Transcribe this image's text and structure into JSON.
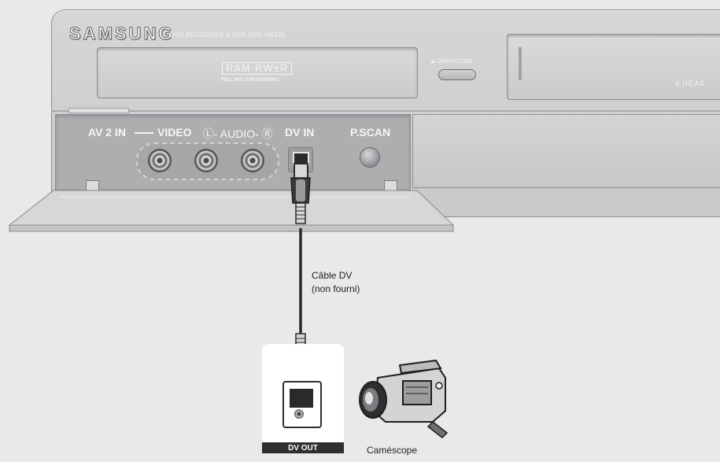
{
  "device": {
    "brand": "SAMSUNG",
    "model": "DVD RECORDER & VCR  DVD-VR335",
    "disc_logo": "RAM·RW±R",
    "disc_logo_sub": "FULL MULTI RECORDING",
    "open_close": "⏏ OPEN/CLOSE",
    "head_label": "4 HEAD"
  },
  "front_panel": {
    "av2_in": "AV 2 IN",
    "video": "VIDEO",
    "audio": "Ⓛ- AUDIO- Ⓡ",
    "dv_in": "DV IN",
    "p_scan": "P.SCAN"
  },
  "cable": {
    "line1": "Câble DV",
    "line2": "(non fourni)"
  },
  "camcorder": {
    "port_label": "DV OUT",
    "name": "Caméscope"
  }
}
